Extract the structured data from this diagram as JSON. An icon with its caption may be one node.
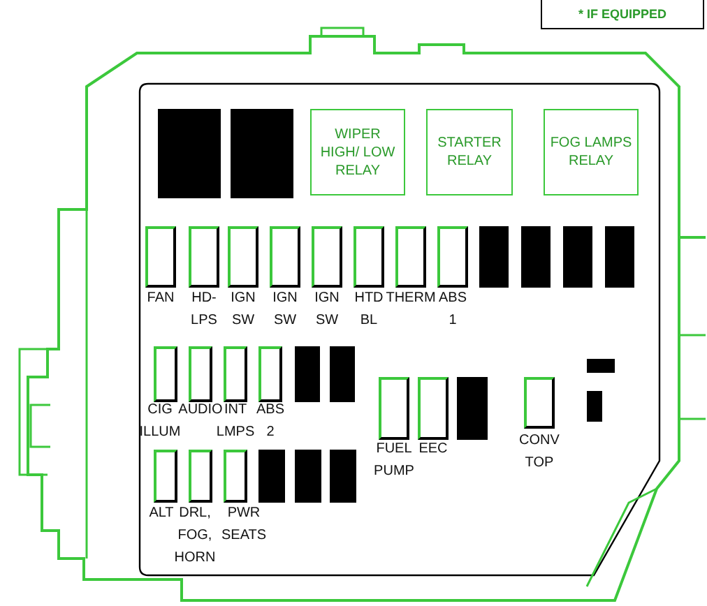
{
  "diagram": {
    "nodes": [
      {
        "text": [
          "WIPER HIGH/ LOW RELAY"
        ]
      },
      {
        "text": [
          "STARTER RELAY"
        ]
      },
      {
        "text": [
          "FOG LAMPS RELAY"
        ]
      },
      {
        "text": [],
        "shape": "box",
        "beside": [
          "FAN"
        ]
      },
      {
        "text": [],
        "shape": "box",
        "beside": [
          "HD- LPS"
        ]
      },
      {
        "text": [],
        "shape": "box",
        "beside": [
          "IGN SW"
        ]
      },
      {
        "text": [],
        "shape": "box",
        "beside": [
          "IGN SW"
        ]
      },
      {
        "text": [],
        "shape": "box",
        "beside": [
          "IGN SW"
        ]
      },
      {
        "text": [],
        "shape": "box",
        "beside": [
          "HTD BL"
        ]
      },
      {
        "text": [],
        "shape": "box",
        "beside": [
          "THERM"
        ]
      },
      {
        "text": [],
        "shape": "box",
        "beside": [
          "ABS 1"
        ]
      },
      {
        "text": [],
        "shape": "box",
        "beside": [
          "CIG ILLUM"
        ]
      },
      {
        "text": [],
        "shape": "box",
        "beside": [
          "AUDIO"
        ]
      },
      {
        "text": [],
        "shape": "box",
        "beside": [
          "INT LMPS"
        ]
      },
      {
        "text": [],
        "shape": "box",
        "beside": [
          "ABS 2"
        ]
      },
      {
        "text": [],
        "shape": "box",
        "beside": [
          "ALT"
        ]
      },
      {
        "text": [],
        "shape": "box",
        "beside": [
          "DRL, FOG, HORN"
        ]
      },
      {
        "text": [],
        "shape": "box",
        "beside": [
          "PWR SEATS"
        ]
      },
      {
        "text": [],
        "shape": "box",
        "beside": [
          "FUEL PUMP"
        ]
      },
      {
        "text": [],
        "shape": "box",
        "beside": [
          "EEC"
        ]
      },
      {
        "text": [],
        "shape": "box",
        "beside": [
          "CONV TOP"
        ]
      }
    ],
    "labels": [
      "* IF EQUIPPED"
    ]
  }
}
